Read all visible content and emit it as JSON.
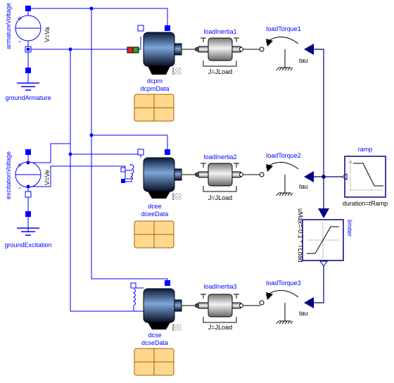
{
  "labels": {
    "armature_source": "armatureVoltage",
    "armature_param": "V=Va",
    "ground_armature": "groundArmature",
    "excitation_source": "excitationVoltage",
    "excitation_param": "V=Ve",
    "ground_excitation": "groundExcitation",
    "motor1": "dcpm",
    "motor1_data": "dcpmData",
    "motor2": "dcee",
    "motor2_data": "dceeData",
    "motor3": "dcse",
    "motor3_data": "dcseData",
    "inertia1": "loadInertia1",
    "inertia2": "loadInertia2",
    "inertia3": "loadInertia3",
    "inertia_param": "J=JLoad",
    "torque1": "loadTorque1",
    "torque2": "loadTorque2",
    "torque3": "loadTorque3",
    "tau": "tau",
    "ramp": "ramp",
    "ramp_param": "duration=tRamp",
    "limiter": "limiter",
    "limiter_param": "uMax=-0.1 * TLoad"
  },
  "colors": {
    "wire": "#0000ff",
    "signal": "#000080",
    "label": "#0000ff",
    "data_record": "#ffd890"
  }
}
